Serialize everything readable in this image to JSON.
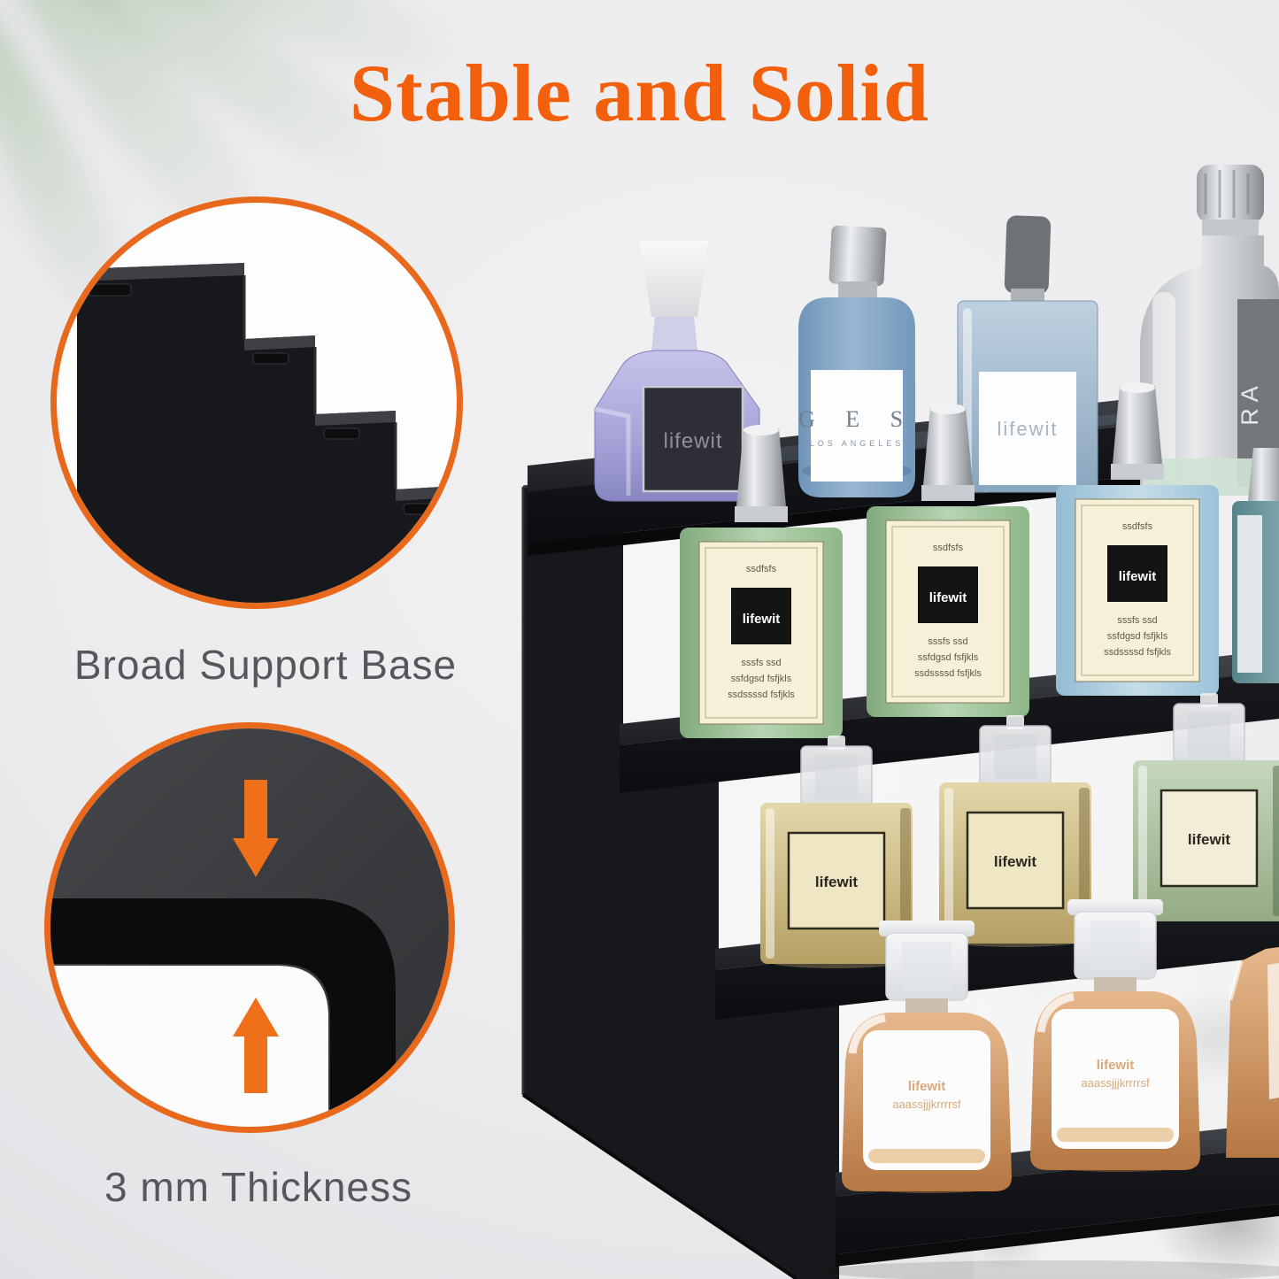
{
  "title": "Stable and Solid",
  "callouts": {
    "broad_support_base": "Broad Support Base",
    "thickness": "3 mm Thickness"
  },
  "brand": "lifewit",
  "bottle_labels": {
    "purple_logo": "lifewit",
    "cylinder_main": "G E S",
    "cylinder_sub": "LOS ANGELES",
    "slab_logo": "lifewit",
    "flask_stripe": "RA",
    "green_top_text": "ssdfsfs",
    "green_logo": "lifewit",
    "green_line1": "sssfs  ssd",
    "green_line2": "ssfdgsd  fsfjkls",
    "green_line3": "ssdssssd  fsfjkls",
    "gold_logo": "lifewit",
    "rose_line1": "lifewit",
    "rose_line2": "aaassjjjkrrrrsf"
  },
  "colors": {
    "accent_orange": "#f2600d",
    "ring_orange": "#e8691c",
    "arrow_orange": "#f0701a",
    "callout_text_gray": "#54575b",
    "stand_black": "#141518"
  }
}
